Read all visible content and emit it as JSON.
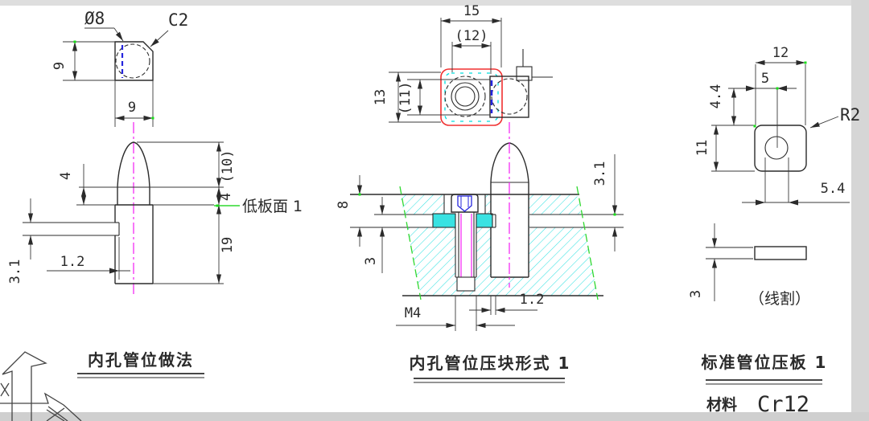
{
  "colors": {
    "line": "#2b2b2b",
    "centerline_magenta": "#f21df2",
    "hatch_cyan": "#00dede",
    "boundary_green": "#2fd82f",
    "highlight_red": "#f03030",
    "accent_blue": "#2525dd",
    "frame_gray": "#d6d6d6"
  },
  "pin_top_view": {
    "diameter": "Ø8",
    "chamfer": "C2",
    "height": "9",
    "width": "9"
  },
  "pin_front_view": {
    "neck_len": "4",
    "dome_len": "(10)",
    "neck_len_right": "4",
    "body_len": "19",
    "sheet_thickness": "3.1",
    "notch_depth": "1.2",
    "datum_note": "低板面 1"
  },
  "caption_pin": "内孔管位做法",
  "block_top_view": {
    "width": "15",
    "width_inner": "(12)",
    "height": "13",
    "height_inner": "(11)"
  },
  "section_view": {
    "cbore_depth": "8",
    "block_thickness": "3",
    "step_depth": "3.1",
    "thread": "M4",
    "notch_depth": "1.2"
  },
  "caption_block": "内孔管位压块形式 1",
  "plate_top_view": {
    "width": "12",
    "hole_offset": "5",
    "edge_to_hole": "4.4",
    "height": "11",
    "hole_span": "5.4",
    "corner_radius": "R2"
  },
  "plate_side_view": {
    "thickness": "3",
    "process_note": "（线割）"
  },
  "caption_plate": "标准管位压板 1",
  "material": {
    "label": "材料",
    "value": "Cr12"
  }
}
